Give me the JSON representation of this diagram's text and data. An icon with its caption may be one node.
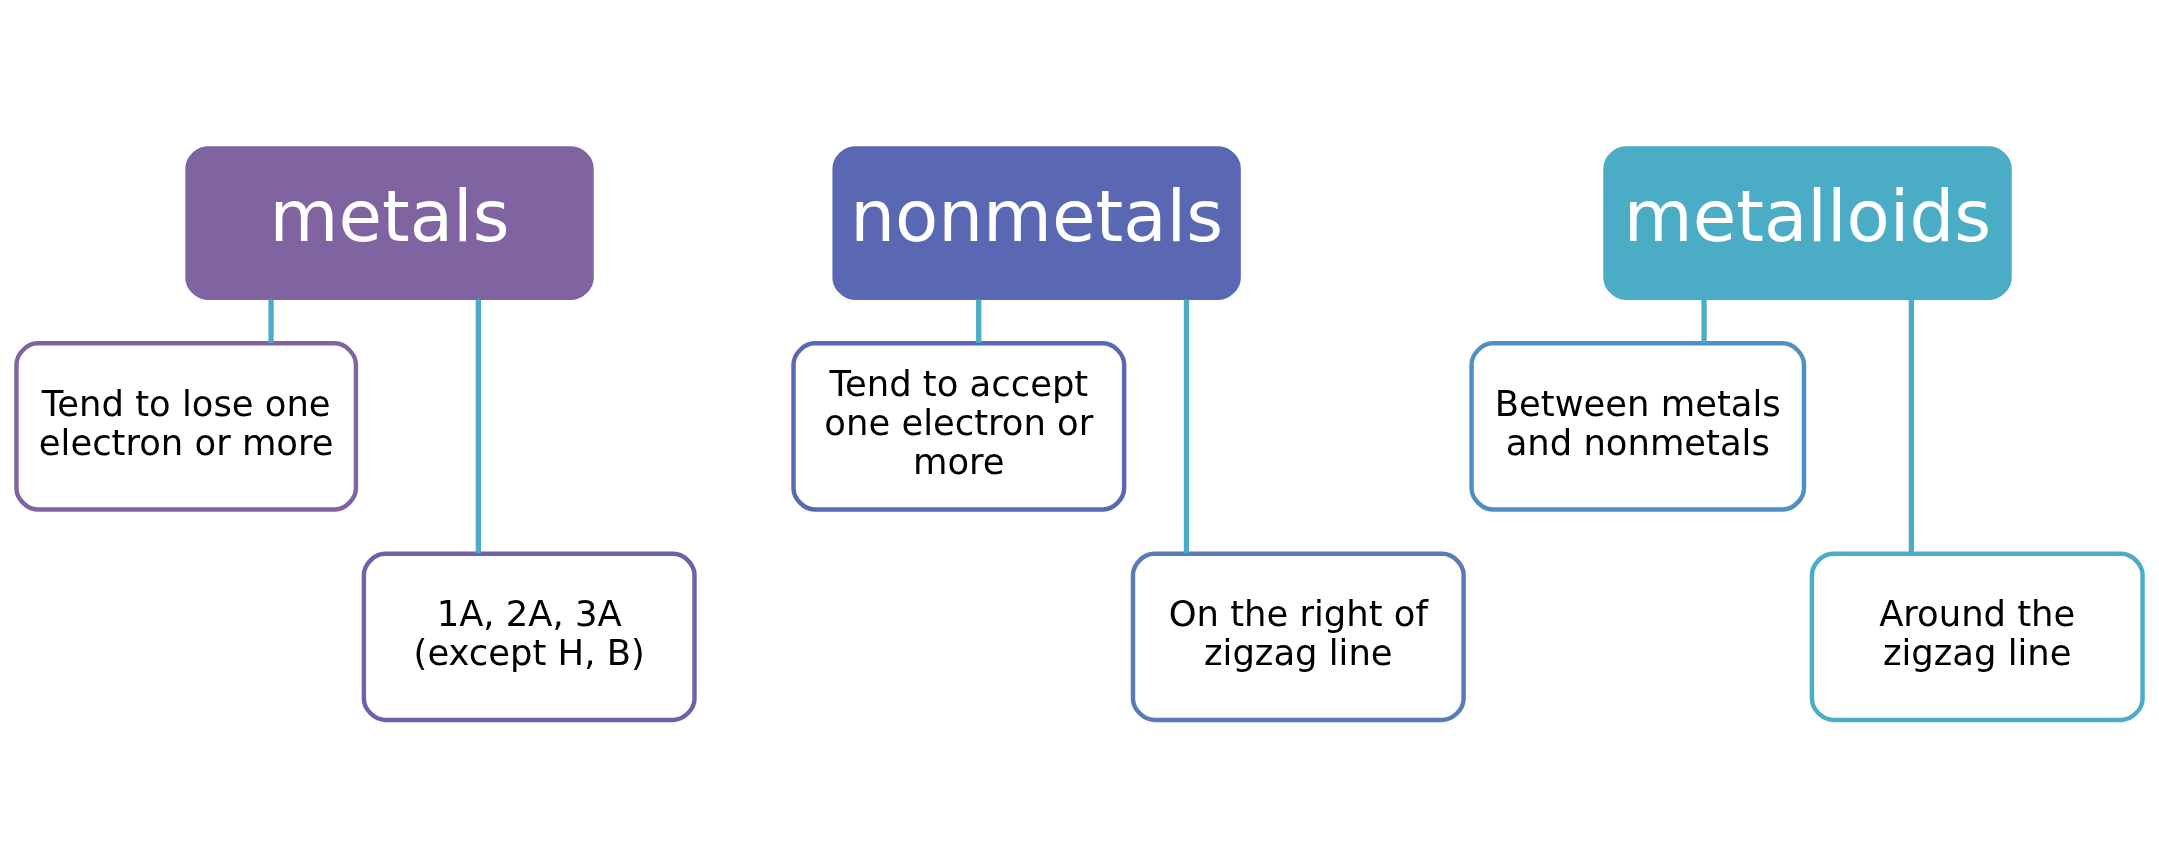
{
  "diagram": {
    "nodes": [
      {
        "text": [
          "metals"
        ]
      },
      {
        "text": [
          "Tend to lose one electron or more"
        ]
      },
      {
        "text": [
          "1A, 2A, 3A (except H, B)"
        ]
      },
      {
        "text": [
          "nonmetals"
        ]
      },
      {
        "text": [
          "Tend to accept one electron or more"
        ]
      },
      {
        "text": [
          "On the right of zigzag line"
        ]
      },
      {
        "text": [
          "metalloids"
        ]
      },
      {
        "text": [
          "Between metals and nonmetals"
        ]
      },
      {
        "text": [
          "Around the zigzag line"
        ]
      }
    ],
    "edges": [
      {
        "from": 0,
        "to": 1,
        "arrow": "none"
      },
      {
        "from": 0,
        "to": 2,
        "arrow": "none"
      },
      {
        "from": 3,
        "to": 4,
        "arrow": "none"
      },
      {
        "from": 3,
        "to": 5,
        "arrow": "none"
      },
      {
        "from": 6,
        "to": 7,
        "arrow": "none"
      },
      {
        "from": 6,
        "to": 8,
        "arrow": "none"
      }
    ]
  }
}
